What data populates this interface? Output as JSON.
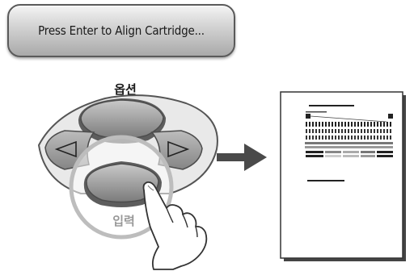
{
  "lcd": {
    "message": "Press Enter to Align Cartridge..."
  },
  "control_panel": {
    "options_label": "옵션",
    "enter_label": "입력",
    "left_arrow_icon": "triangle-left-icon",
    "right_arrow_icon": "triangle-right-icon",
    "pointer_icon": "pointing-hand-icon"
  },
  "flow_arrow_icon": "arrow-right-icon",
  "alignment_page_icon": "alignment-page-icon",
  "colors": {
    "button_fill": "#9b9b9b",
    "button_dark": "#5d5d5d",
    "arrow": "#4a4a4a"
  }
}
